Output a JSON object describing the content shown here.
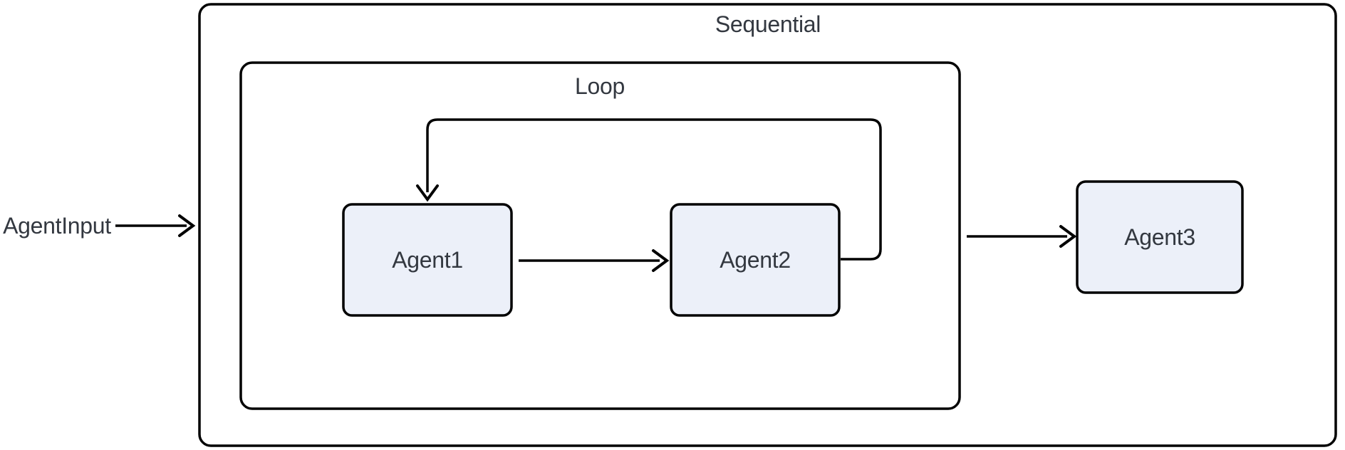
{
  "diagram": {
    "type": "flowchart",
    "direction": "left-to-right",
    "colors": {
      "background": "#FFFFFF",
      "line": "#000000",
      "text": "#333840",
      "node_fill": "#ECF0F9",
      "container_fill": "#FFFFFF"
    },
    "input_label": "AgentInput",
    "containers": [
      {
        "id": "sequential",
        "label": "Sequential"
      },
      {
        "id": "loop",
        "label": "Loop",
        "parent": "sequential"
      }
    ],
    "nodes": [
      {
        "id": "agent1",
        "label": "Agent1",
        "parent": "loop"
      },
      {
        "id": "agent2",
        "label": "Agent2",
        "parent": "loop"
      },
      {
        "id": "agent3",
        "label": "Agent3",
        "parent": "sequential"
      }
    ],
    "edges": [
      {
        "from": "AgentInput",
        "to": "Sequential"
      },
      {
        "from": "Agent1",
        "to": "Agent2"
      },
      {
        "from": "Agent2",
        "to": "Agent1",
        "kind": "loop-back"
      },
      {
        "from": "Loop",
        "to": "Agent3"
      }
    ]
  }
}
